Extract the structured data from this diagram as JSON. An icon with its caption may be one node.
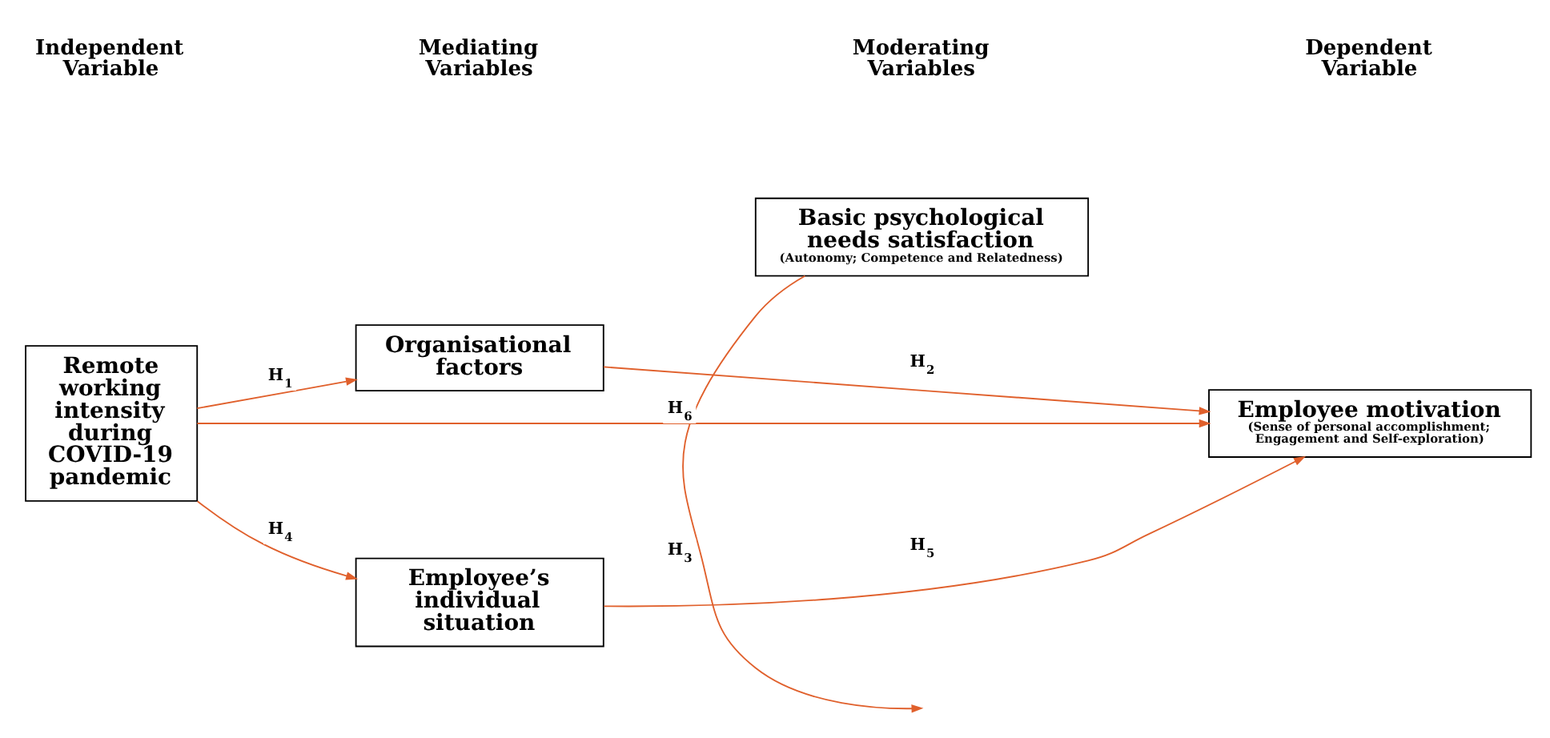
{
  "diagram": {
    "nodes": [
      {
        "text": [
          "Basic psychological needs satisfaction",
          "(Autonomy; Competence and Relatedness)"
        ]
      },
      {
        "text": [
          "Organisational factors"
        ]
      },
      {
        "text": [
          "Remote working intensity during COVID-19 pandemic"
        ]
      },
      {
        "text": [
          "Employee motivation",
          "(Sense of personal accomplishment; Engagement and Self-exploration)"
        ]
      },
      {
        "text": [
          "Employee’s individual situation"
        ]
      }
    ],
    "edges": [
      {
        "from": 2,
        "to": 1,
        "arrow": "to",
        "label": "H$_{1}$"
      },
      {
        "from": 1,
        "to": 3,
        "arrow": "to",
        "label": "H$_{2}$"
      },
      {
        "from": 0,
        "to": null,
        "arrow": "to",
        "label": "H$_{3}$"
      },
      {
        "from": 2,
        "to": 4,
        "arrow": "to",
        "label": "H$_{4}$"
      },
      {
        "from": 4,
        "to": 3,
        "arrow": "to",
        "label": "H$_{5}$"
      },
      {
        "from": 2,
        "to": 3,
        "arrow": "to",
        "label": "H$_{6}$"
      }
    ],
    "labels": [
      "Independent Variable",
      "Mediating Variables",
      "Moderating Variables",
      "Dependent Variable"
    ]
  }
}
